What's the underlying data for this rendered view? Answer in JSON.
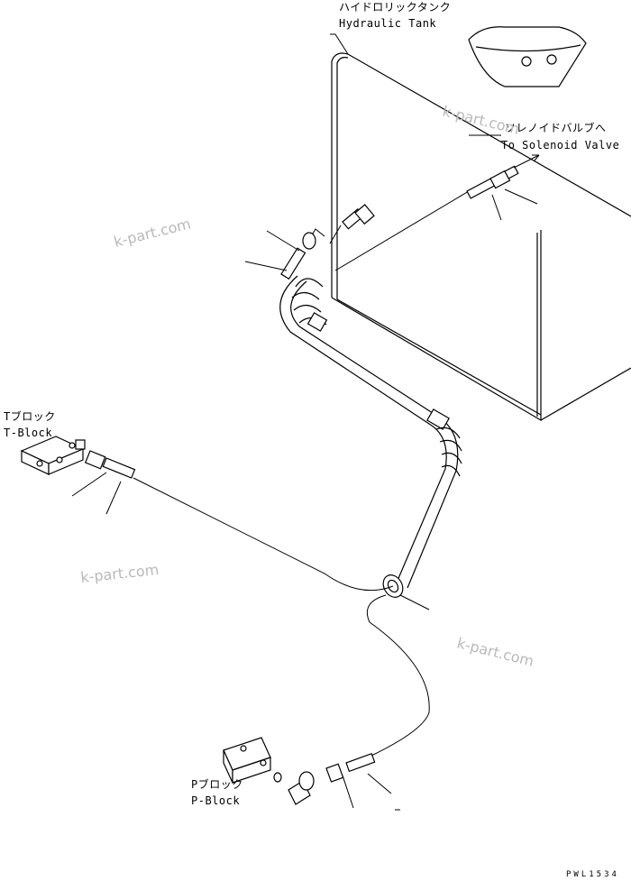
{
  "labels": {
    "tank_jp": "ハイドロリックタンク",
    "tank_en": "Hydraulic Tank",
    "solenoid_jp": "ソレノイドバルブへ",
    "solenoid_en": "To Solenoid Valve",
    "tblock_jp": "Tブロック",
    "tblock_en": "T-Block",
    "pblock_jp": "Pブロック",
    "pblock_en": "P-Block",
    "drawing_code": "PWL1534"
  },
  "watermarks": {
    "w1": "k-part.com",
    "w2": "k-part.com",
    "w3": "k-part.com",
    "w4": "k-part.com"
  }
}
